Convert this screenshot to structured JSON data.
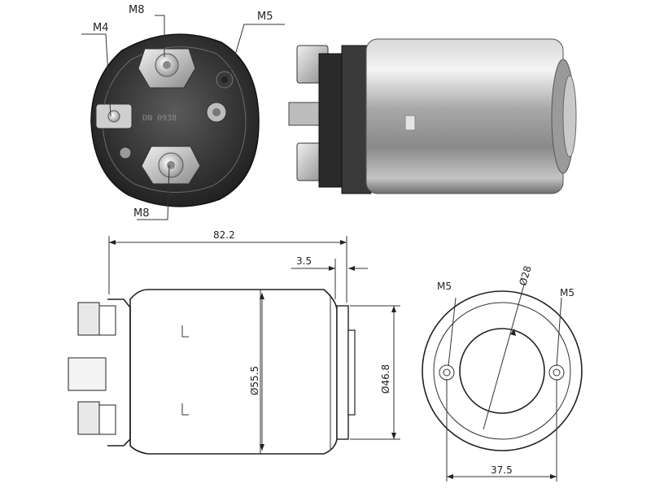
{
  "photo_labels": {
    "top_stud": "M8",
    "left_stud": "M4",
    "right_stud": "M5",
    "bottom_stud": "M8"
  },
  "dimensions": {
    "overall_length": "82.2",
    "flange": "3.5",
    "body_diameter": "Ø55.5",
    "nose_diameter": "Ø46.8",
    "bore_diameter": "Ø28",
    "hole_spacing": "37.5",
    "left_hole": "M5",
    "right_hole": "M5"
  }
}
